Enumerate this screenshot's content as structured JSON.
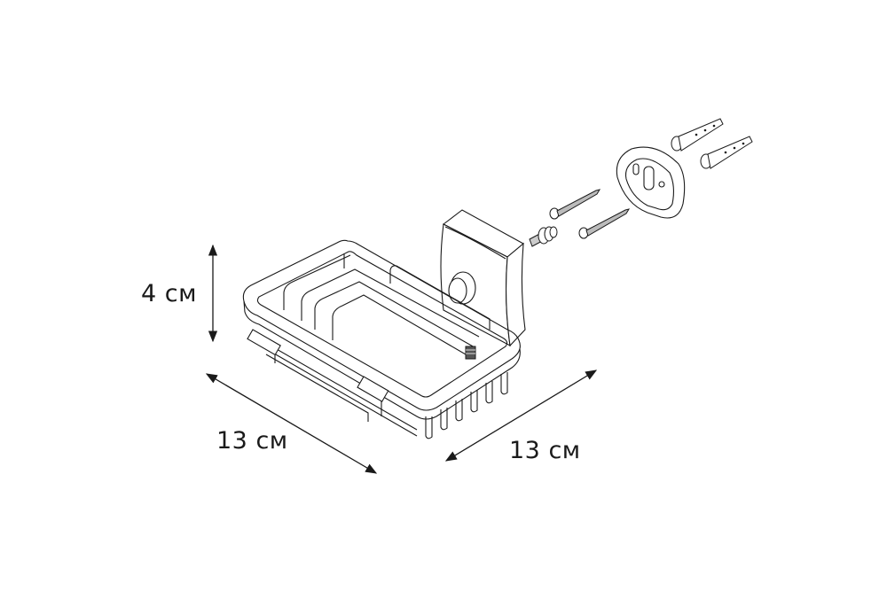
{
  "diagram": {
    "subject": "Wall-mounted wire soap dish with mounting hardware (exploded view)",
    "dimensions": {
      "height": {
        "label": "4 см",
        "value": 4,
        "unit": "см"
      },
      "width": {
        "label": "13 см",
        "value": 13,
        "unit": "см"
      },
      "depth": {
        "label": "13 см",
        "value": 13,
        "unit": "см"
      }
    },
    "parts": [
      {
        "name": "wire soap basket"
      },
      {
        "name": "wall bracket / holder block"
      },
      {
        "name": "set screw"
      },
      {
        "name": "bolt with washers"
      },
      {
        "name": "wood screw",
        "count": 2
      },
      {
        "name": "mounting plate"
      },
      {
        "name": "wall plug / anchor",
        "count": 2
      }
    ],
    "colors": {
      "line": "#1a1a1a",
      "background": "#ffffff"
    }
  }
}
